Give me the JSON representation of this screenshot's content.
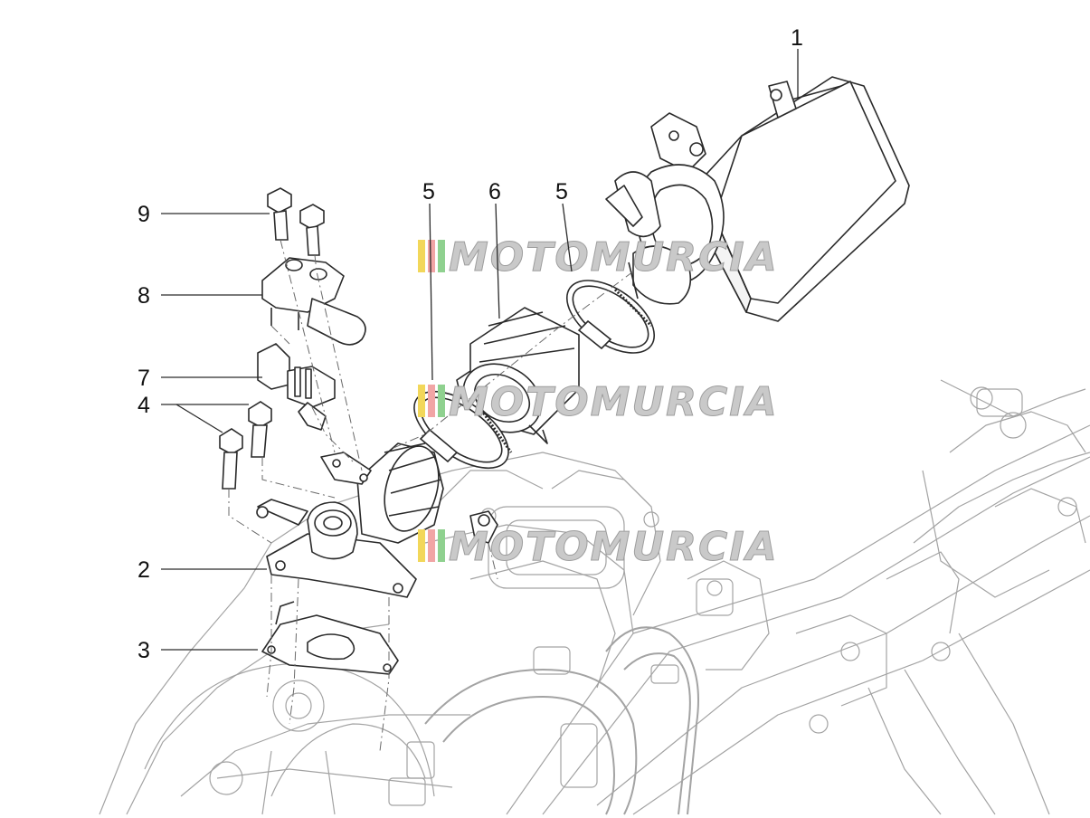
{
  "diagram": {
    "callouts": [
      {
        "id": "c1",
        "label": "1"
      },
      {
        "id": "c5a",
        "label": "5"
      },
      {
        "id": "c6",
        "label": "6"
      },
      {
        "id": "c5b",
        "label": "5"
      },
      {
        "id": "c9",
        "label": "9"
      },
      {
        "id": "c8",
        "label": "8"
      },
      {
        "id": "c7",
        "label": "7"
      },
      {
        "id": "c4",
        "label": "4"
      },
      {
        "id": "c2",
        "label": "2"
      },
      {
        "id": "c3",
        "label": "3"
      }
    ],
    "watermark": {
      "text": "MOTOMURCIA",
      "stripe_colors": [
        "#f2d75a",
        "#f1a5a5",
        "#8fd18f"
      ],
      "text_color": "#c9c9c9"
    },
    "colors": {
      "line": "#2a2a2a",
      "background_line": "#9a9a9a"
    }
  }
}
